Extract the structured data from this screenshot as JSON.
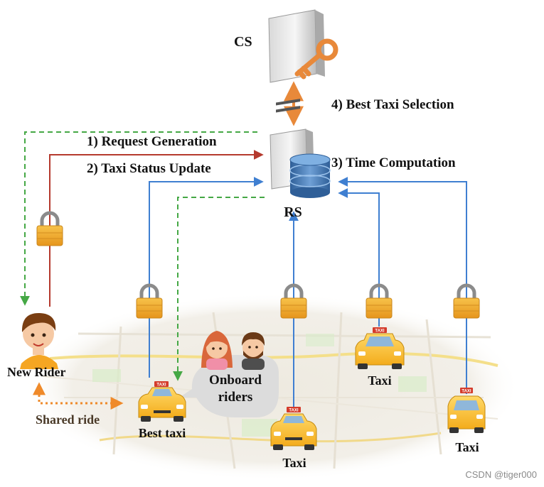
{
  "nodes": {
    "cs_label": "CS",
    "rs_label": "RS"
  },
  "steps": {
    "request_generation": "1) Request Generation",
    "taxi_status_update": "2) Taxi Status Update",
    "time_computation": "3) Time Computation",
    "best_taxi_selection": "4) Best Taxi Selection"
  },
  "actors": {
    "new_rider": "New Rider",
    "onboard_riders": [
      "Onboard",
      "riders"
    ],
    "shared_ride": "Shared ride",
    "best_taxi": "Best taxi",
    "taxi": "Taxi",
    "taxi_sign": "TAXI"
  },
  "colors": {
    "request_arrow": "#b53a2e",
    "status_arrow": "#3f7fd1",
    "response_arrow": "#45a845",
    "cs_arrow": "#e8893a",
    "shared_arrow": "#ef8a2a",
    "lock_body": "#f0a829"
  },
  "watermark": "CSDN @tiger000"
}
